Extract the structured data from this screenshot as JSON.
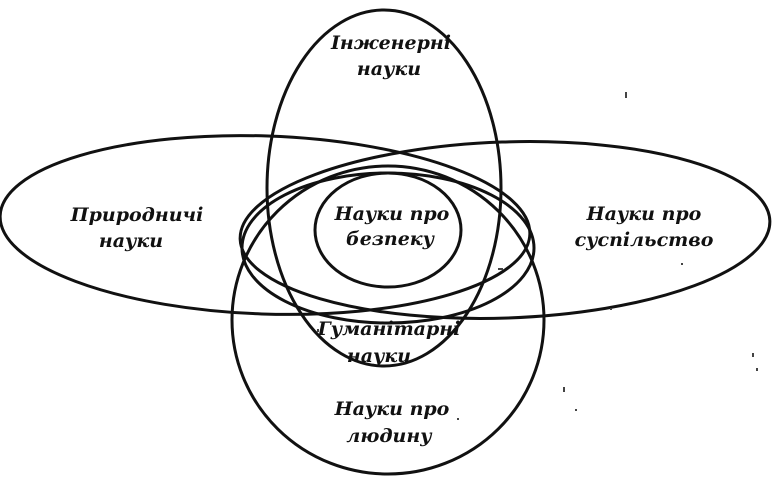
{
  "diagram": {
    "labels": {
      "engineering": {
        "line1": "Інженерні",
        "line2": "науки"
      },
      "natural": {
        "line1": "Природничі",
        "line2": "науки"
      },
      "safety": {
        "line1": "Науки про",
        "line2": "безпеку"
      },
      "society": {
        "line1": "Науки про",
        "line2": "суспільство"
      },
      "humanities": {
        "line1": "Гуманітарні",
        "line2": "науки"
      },
      "human": {
        "line1": "Науки про",
        "line2": "людину"
      }
    },
    "colors": {
      "stroke": "#111111",
      "background": "#ffffff"
    }
  }
}
